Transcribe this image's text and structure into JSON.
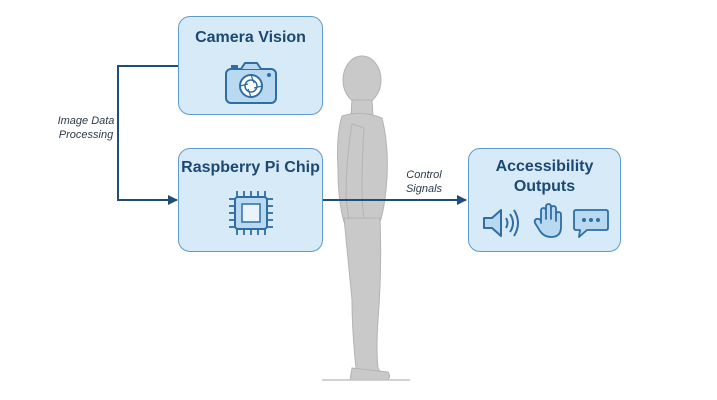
{
  "diagram": {
    "nodes": {
      "camera": {
        "title": "Camera Vision",
        "icon": "camera-icon"
      },
      "pi": {
        "title": "Raspberry Pi Chip",
        "icon": "chip-icon"
      },
      "outputs": {
        "title_line1": "Accessibility",
        "title_line2": "Outputs",
        "icons": [
          "speaker-icon",
          "hand-icon",
          "chat-bubble-icon"
        ]
      }
    },
    "edges": {
      "camera_to_pi": {
        "label_line1": "Image Data",
        "label_line2": "Processing"
      },
      "pi_to_outputs": {
        "label_line1": "Control",
        "label_line2": "Signals"
      }
    },
    "figure": {
      "icon": "human-silhouette"
    }
  },
  "colors": {
    "box_fill": "#d6eaf8",
    "box_border": "#5e9bc8",
    "title_text": "#1c4872",
    "arrow": "#1f4e79",
    "silhouette": "#c8c8c8"
  }
}
